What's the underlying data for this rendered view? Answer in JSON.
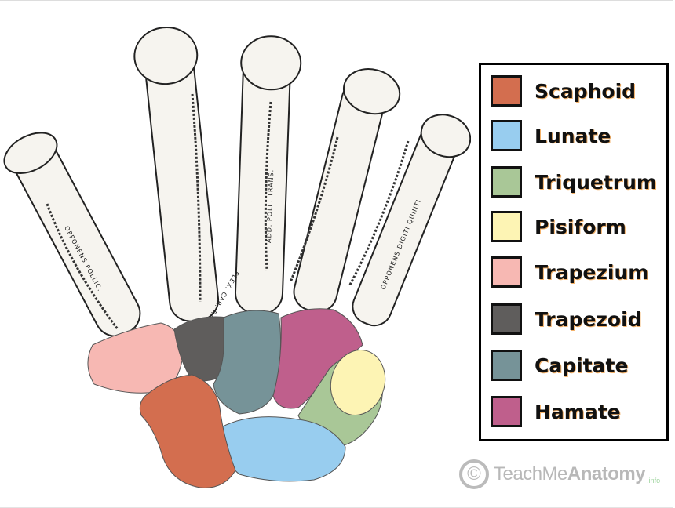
{
  "legend": {
    "items": [
      {
        "label": "Scaphoid",
        "color": "#d36e4f"
      },
      {
        "label": "Lunate",
        "color": "#98cdef"
      },
      {
        "label": "Triquetrum",
        "color": "#a9c797"
      },
      {
        "label": "Pisiform",
        "color": "#fdf4b4"
      },
      {
        "label": "Trapezium",
        "color": "#f7b8b3"
      },
      {
        "label": "Trapezoid",
        "color": "#5f5d5c"
      },
      {
        "label": "Capitate",
        "color": "#769398"
      },
      {
        "label": "Hamate",
        "color": "#bf5f8c"
      }
    ]
  },
  "bone_labels": {
    "opponens_pollicis": "OPPONENS POLLIC.",
    "flex_carp_rad": "FLEX. CAR. RAD.",
    "add_poll_trans": "ADD. POLL. TRANS.",
    "opponens_digiti_quinti": "OPPONENS DIGITI QUINTI"
  },
  "watermark": {
    "prefix": "TeachMe",
    "bold": "Anatomy",
    "suffix": ".info",
    "symbol": "©"
  }
}
